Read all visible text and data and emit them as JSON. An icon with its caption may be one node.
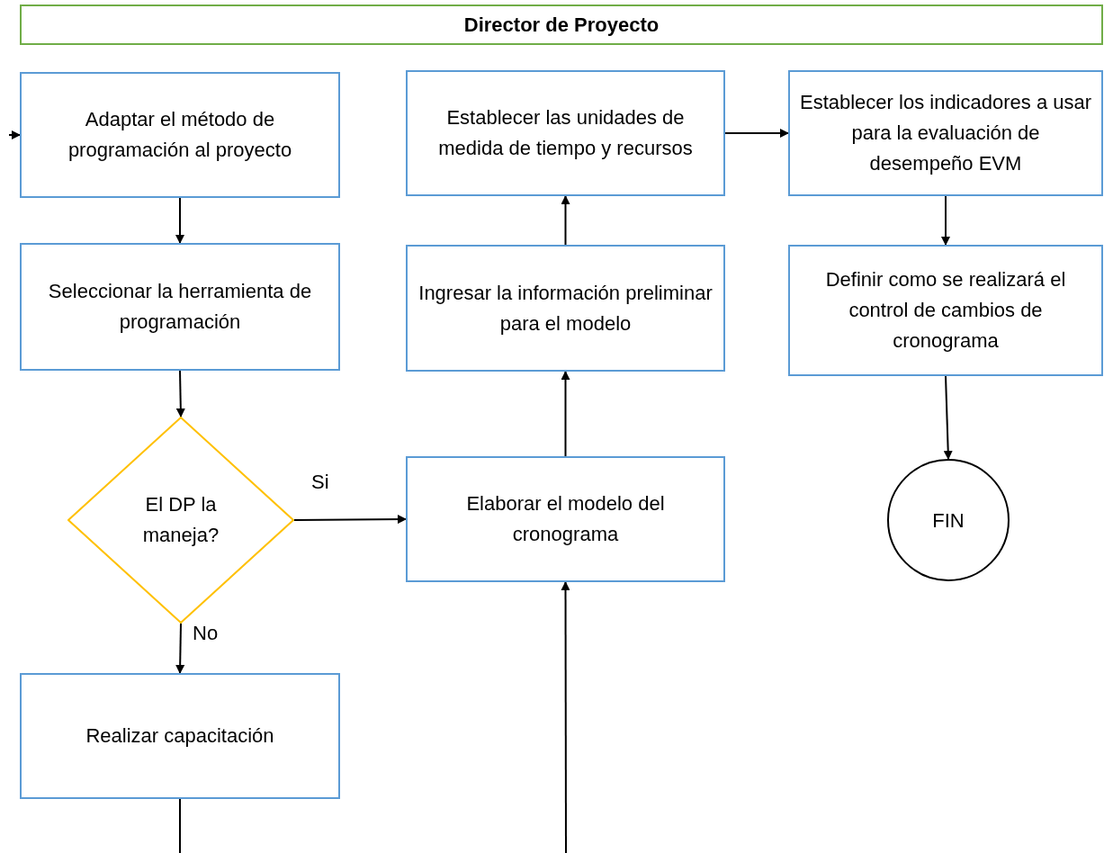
{
  "diagram": {
    "nodes": [
      {
        "text": [
          "Director de Proyecto"
        ]
      },
      {
        "text": [
          "Adaptar el método de programación al proyecto"
        ]
      },
      {
        "text": [
          "Seleccionar la herramienta de programación"
        ]
      },
      {
        "text": [
          "El DP la maneja?"
        ]
      },
      {
        "text": [
          "Realizar capacitación"
        ]
      },
      {
        "text": [
          "Elaborar el modelo del cronograma"
        ]
      },
      {
        "text": [
          "Ingresar la información preliminar para el modelo"
        ]
      },
      {
        "text": [
          "Establecer las unidades de medida de tiempo y recursos"
        ]
      },
      {
        "text": [
          "Establecer los indicadores a usar para la evaluación de desempeño EVM"
        ]
      },
      {
        "text": [
          "Definir como se realizará el control de cambios de cronograma"
        ]
      },
      {
        "text": [
          "FIN"
        ]
      }
    ],
    "edges": [
      {
        "from": null,
        "to": 1,
        "arrow": "to"
      },
      {
        "from": 1,
        "to": 2,
        "arrow": "to"
      },
      {
        "from": 2,
        "to": 3,
        "arrow": "to"
      },
      {
        "from": 3,
        "to": 5,
        "arrow": "to",
        "label": "Si"
      },
      {
        "from": 3,
        "to": 4,
        "arrow": "to",
        "label": "No"
      },
      {
        "from": 4,
        "to": null,
        "arrow": "none"
      },
      {
        "from": null,
        "to": 5,
        "arrow": "to"
      },
      {
        "from": 5,
        "to": 6,
        "arrow": "to"
      },
      {
        "from": 6,
        "to": 7,
        "arrow": "to"
      },
      {
        "from": 7,
        "to": 8,
        "arrow": "to"
      },
      {
        "from": 8,
        "to": 9,
        "arrow": "to"
      },
      {
        "from": 9,
        "to": 10,
        "arrow": "to"
      }
    ]
  }
}
